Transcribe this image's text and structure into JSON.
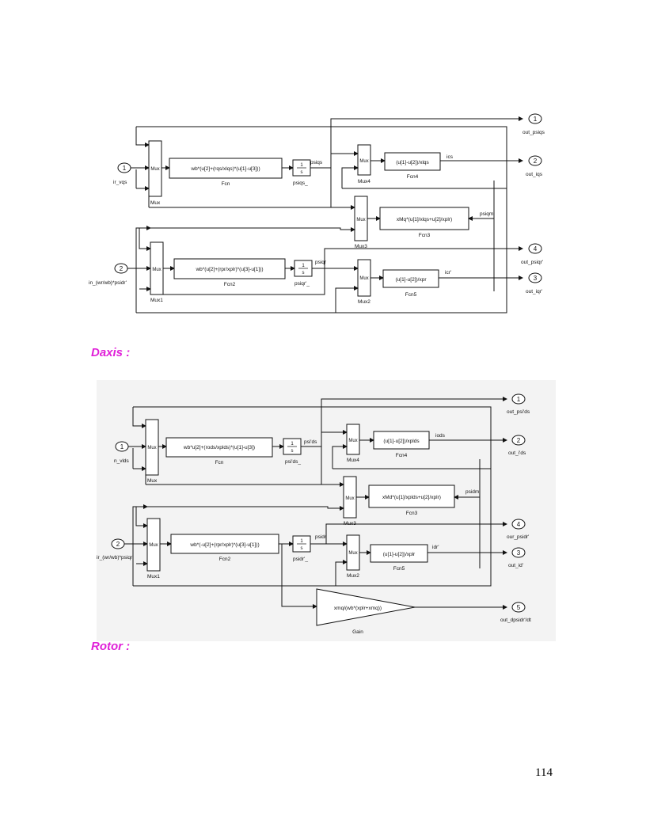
{
  "labels": {
    "daxis": "Daxis :",
    "rotor": "Rotor :",
    "page_number": "114"
  },
  "diagram_top": {
    "in1": {
      "num": "1",
      "label": "ir_vqs"
    },
    "in2": {
      "num": "2",
      "label": "in_(wr/wb)*psidr'"
    },
    "mux": {
      "text": "Mux",
      "label": "Mux"
    },
    "mux1": {
      "text": "Mux",
      "label": "Mux1"
    },
    "mux2": {
      "text": "Mux",
      "label": "Mux2"
    },
    "mux3": {
      "text": "Mux",
      "label": "Mux3"
    },
    "mux4": {
      "text": "Mux",
      "label": "Mux4"
    },
    "fcn": {
      "expr": "wb*(u[2]+(rqs/xlqs)*(u[1]-u[3]))",
      "label": "Fcn"
    },
    "fcn2": {
      "expr": "wb*(u[2]+(rpr/xplr)*(u[3]-u[1]))",
      "label": "Fcn2"
    },
    "fcn3": {
      "expr": "xMq*(u[1]/xlqs+u[2]/xplr)",
      "label": "Fcn3"
    },
    "fcn4": {
      "expr": "(u[1]-u[2])/xlqs",
      "label": "Fcn4"
    },
    "fcn5": {
      "expr": "(u[1]-u[2])/xpr",
      "label": "Fcn5"
    },
    "int1": {
      "num": "1",
      "den": "s",
      "label": "psiqs_"
    },
    "int2": {
      "num": "1",
      "den": "s",
      "label": "psiqr'_"
    },
    "sig_psiqs": "psiqs",
    "sig_psiqr": "psiqr",
    "sig_ics": "ics",
    "sig_psiqm": "psiqm",
    "sig_icr": "icr'",
    "out1": {
      "num": "1",
      "label": "out_psiqs"
    },
    "out2": {
      "num": "2",
      "label": "out_iqs"
    },
    "out3": {
      "num": "3",
      "label": "out_iqr'"
    },
    "out4": {
      "num": "4",
      "label": "out_psiqr'"
    }
  },
  "diagram_bottom": {
    "in1": {
      "num": "1",
      "label": "n_vlds"
    },
    "in2": {
      "num": "2",
      "label": "ir_(wr/wb)*psiqr'"
    },
    "mux": {
      "text": "Mux",
      "label": "Mux"
    },
    "mux1": {
      "text": "Mux",
      "label": "Mux1"
    },
    "mux2": {
      "text": "Mux",
      "label": "Mux2"
    },
    "mux3": {
      "text": "Mux",
      "label": "Mux3"
    },
    "mux4": {
      "text": "Mux",
      "label": "Mux4"
    },
    "fcn": {
      "expr": "wb*u[2]+(rods/xplds)*(u[1]-u[3])",
      "label": "Fcn"
    },
    "fcn2": {
      "expr": "wb*(-u[2]+(rpr/xplr)*(u[3]-u[1]))",
      "label": "Fcn2"
    },
    "fcn3": {
      "expr": "xMd*(u[1]/xplds+u[2]/xplr)",
      "label": "Fcn3"
    },
    "fcn4": {
      "expr": "(u[1]-u[2])/xplds",
      "label": "Fcn4"
    },
    "fcn5": {
      "expr": "(u[1]-u[2])/xplr",
      "label": "Fcn5"
    },
    "int1": {
      "num": "1",
      "den": "s",
      "label": "psi'ds_"
    },
    "int2": {
      "num": "1",
      "den": "s",
      "label": "psidr'_"
    },
    "sig_psids": "psi'ds",
    "sig_psidr": "psidr",
    "sig_ids": "iods",
    "sig_psidm": "psidm",
    "sig_idr": "idr'",
    "gain": {
      "expr": "xmq/(wb*(xplr+xmq))",
      "label": "Gain"
    },
    "out1": {
      "num": "1",
      "label": "out_psi'ds"
    },
    "out2": {
      "num": "2",
      "label": "out_i'ds"
    },
    "out3": {
      "num": "3",
      "label": "out_id'"
    },
    "out4": {
      "num": "4",
      "label": "our_psidr'"
    },
    "out5": {
      "num": "5",
      "label": "out_dpsidr'/dt"
    }
  }
}
